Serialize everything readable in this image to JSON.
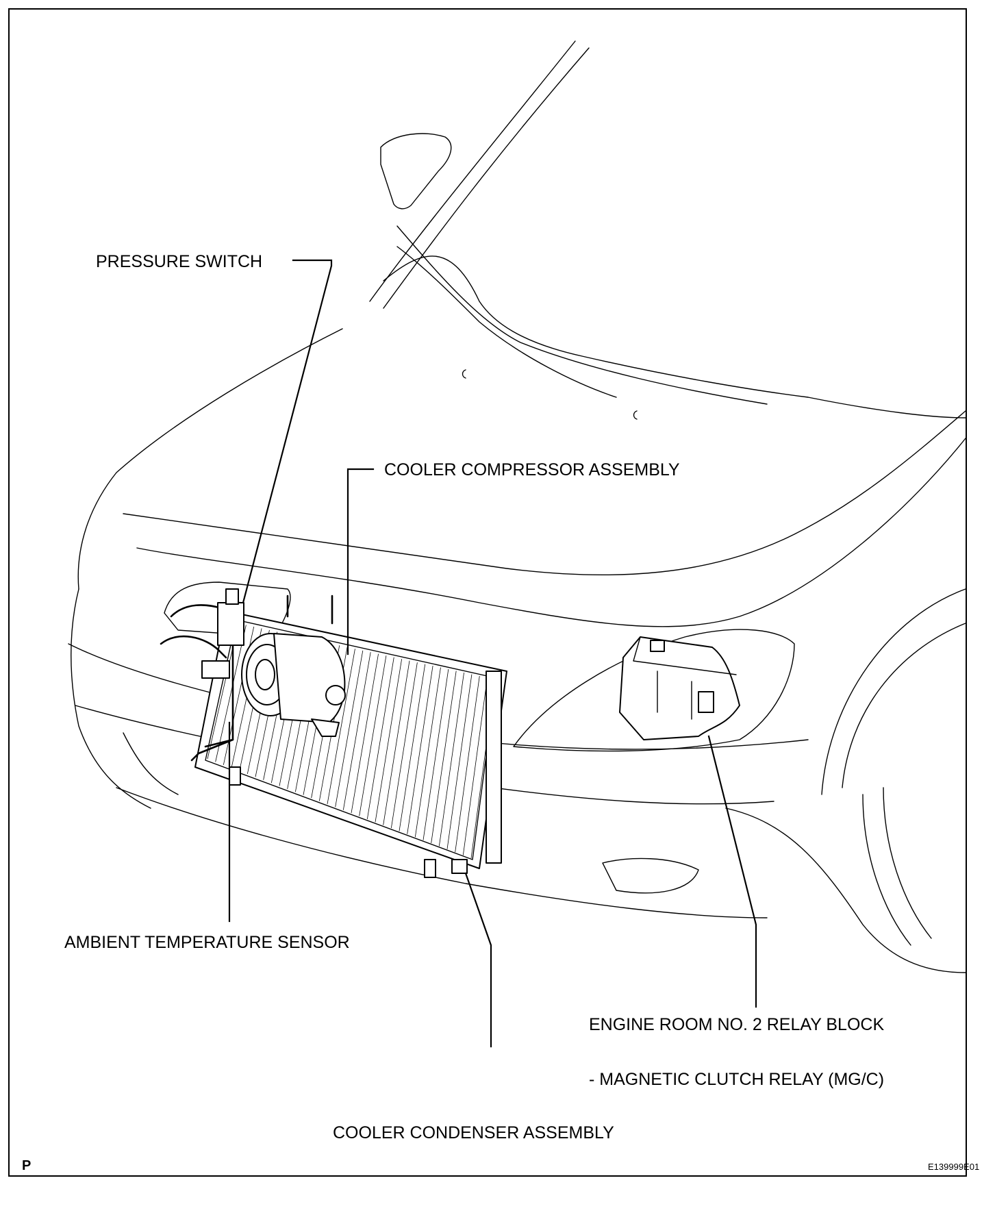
{
  "diagram": {
    "labels": {
      "pressure_switch": "PRESSURE SWITCH",
      "cooler_compressor": "COOLER COMPRESSOR ASSEMBLY",
      "ambient_sensor": "AMBIENT TEMPERATURE SENSOR",
      "relay_block": "ENGINE ROOM NO. 2 RELAY BLOCK",
      "mgc_relay": "- MAGNETIC CLUTCH RELAY (MG/C)",
      "cooler_condenser": "COOLER CONDENSER ASSEMBLY"
    },
    "corner_mark": "P",
    "figure_code": "E139999E01"
  }
}
